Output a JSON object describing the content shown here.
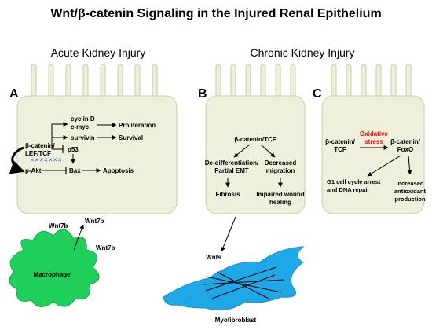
{
  "title": "Wnt/β-catenin Signaling in the Injured Renal Epithelium",
  "headings": {
    "acute": "Acute Kidney Injury",
    "chronic": "Chronic Kidney Injury"
  },
  "panels": {
    "a": {
      "letter": "A",
      "bcat1": "β-catenin/",
      "bcat2": "LEF/TCF",
      "cyclin": "cyclin D",
      "cmyc": "c-myc",
      "survivin": "survivin",
      "p53": "p53",
      "pakt": "p-Akt",
      "bax": "Bax",
      "proliferation": "Proliferation",
      "survival": "Survival",
      "apoptosis": "Apoptosis"
    },
    "b": {
      "letter": "B",
      "bcat": "β-catenin/TCF",
      "dediff1": "De-differentiation/",
      "dediff2": "Partial EMT",
      "decr1": "Decreased",
      "decr2": "migration",
      "fibrosis": "Fibrosis",
      "impaired1": "Impaired wound",
      "impaired2": "healing"
    },
    "c": {
      "letter": "C",
      "bcat1": "β-catenin/",
      "bcat2": "TCF",
      "ox1": "Oxidative",
      "ox2": "stress",
      "foxo1": "β-catenin/",
      "foxo2": "FoxO",
      "g1a": "G1 cell cycle arrest",
      "g1b": "and DNA repair",
      "inc1": "Increased",
      "inc2": "antioxidant",
      "inc3": "production"
    }
  },
  "macrophage": {
    "label": "Macrophage",
    "wnt_a": "Wnt7b",
    "wnt_b": "Wnt7b",
    "wnt_c": "Wnt7b"
  },
  "myofibroblast": {
    "label": "Myofibroblast",
    "wnts": "Wnts"
  },
  "colors": {
    "cell_fill": "#eef0dc",
    "cell_stroke": "#c9cca8",
    "macrophage": "#1fd05a",
    "myofibroblast": "#1fa8e8",
    "oxidative": "#ff0000",
    "dna": "#3a5bd0"
  }
}
